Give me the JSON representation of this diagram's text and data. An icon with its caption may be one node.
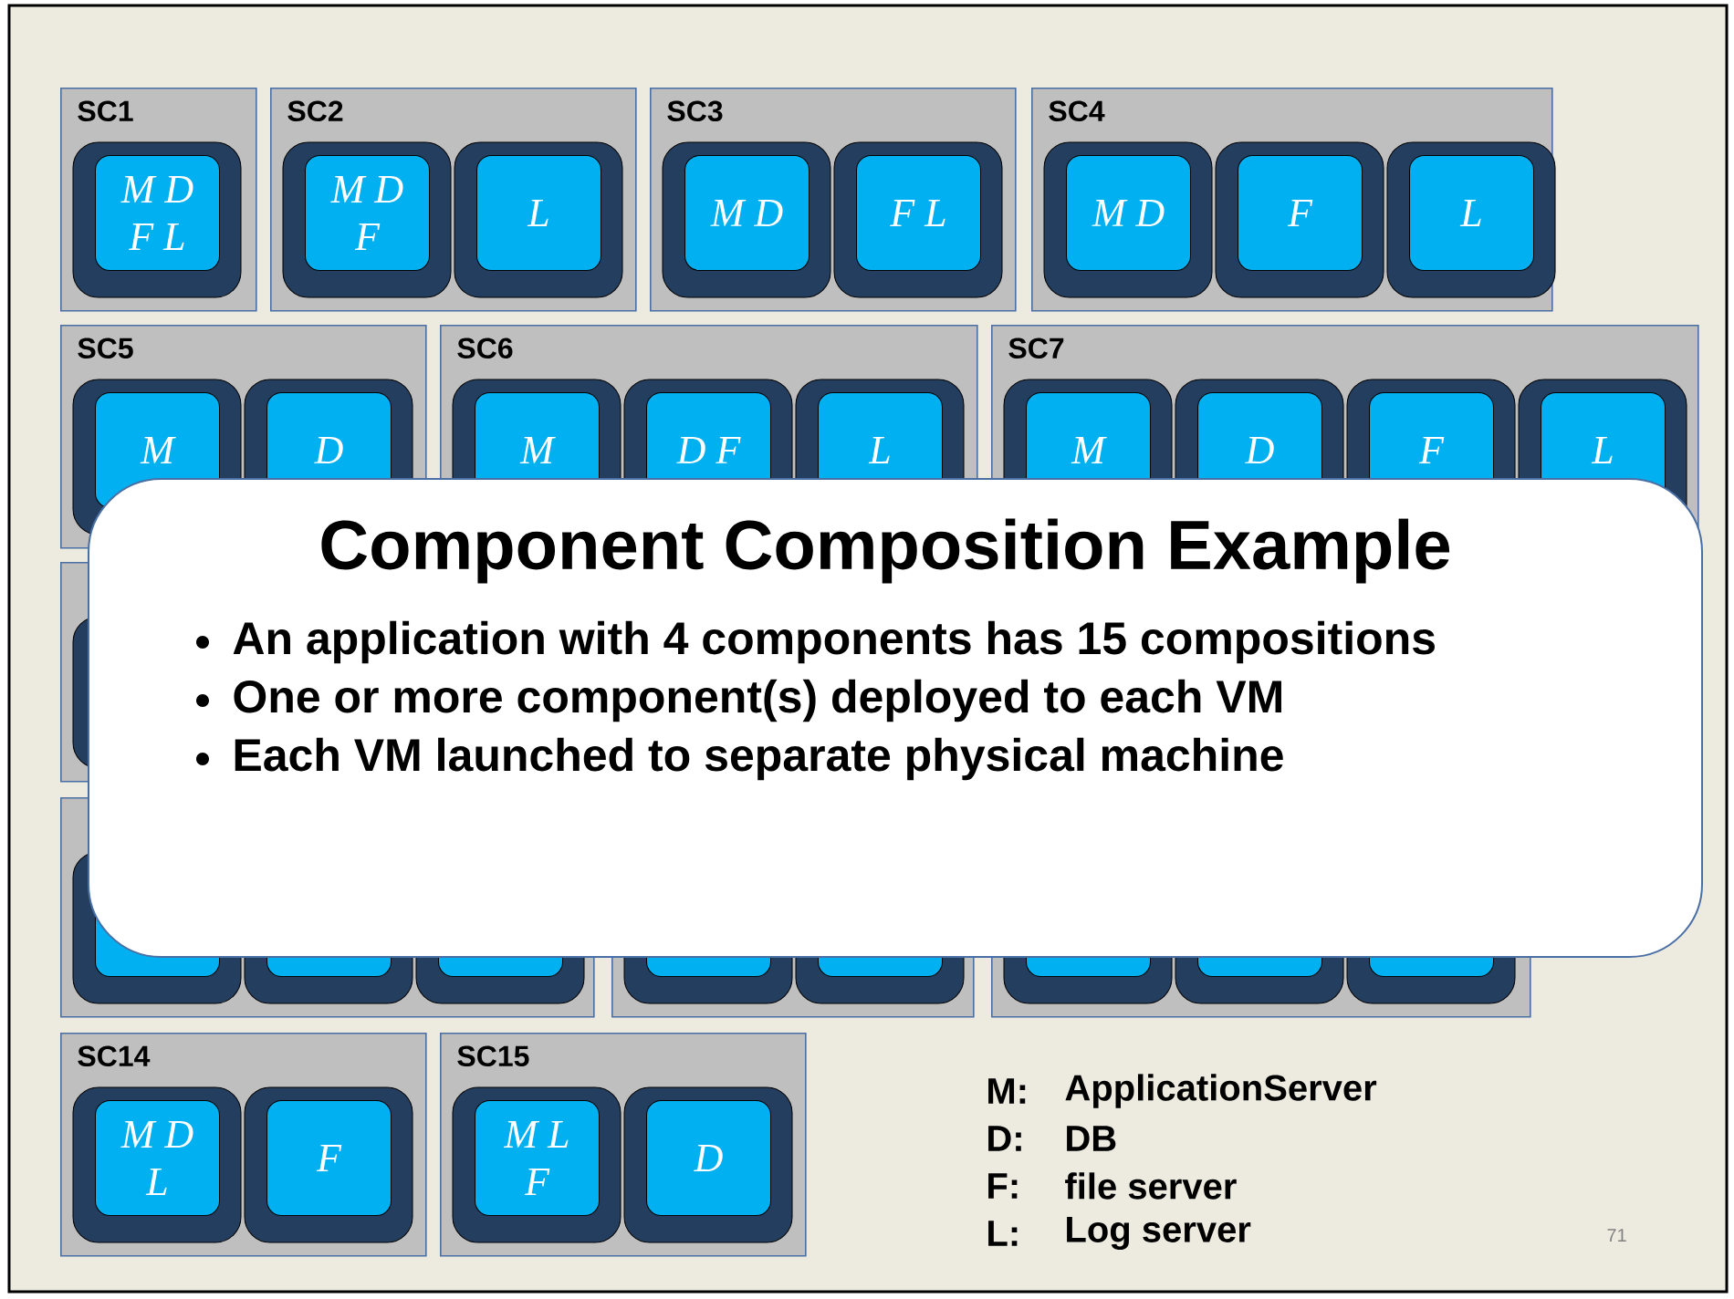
{
  "diagram": {
    "nodes": [
      {
        "text": [
          "SC1"
        ]
      },
      {
        "text": [
          "M D F L"
        ],
        "in": 0
      },
      {
        "text": [
          "SC2"
        ]
      },
      {
        "text": [
          "M D F"
        ],
        "in": 2
      },
      {
        "text": [
          "L"
        ],
        "in": 2
      },
      {
        "text": [
          "SC3"
        ]
      },
      {
        "text": [
          "M D"
        ],
        "in": 5
      },
      {
        "text": [
          "F L"
        ],
        "in": 5
      },
      {
        "text": [
          "SC4"
        ]
      },
      {
        "text": [
          "M D"
        ],
        "in": 8
      },
      {
        "text": [
          "F"
        ],
        "in": 8
      },
      {
        "text": [
          "L"
        ],
        "in": 8
      },
      {
        "text": [
          "SC5"
        ]
      },
      {
        "text": [
          "M"
        ],
        "in": 12
      },
      {
        "text": [
          "D"
        ],
        "in": 12
      },
      {
        "text": [
          "SC6"
        ]
      },
      {
        "text": [
          "M"
        ],
        "in": 15
      },
      {
        "text": [
          "D F"
        ],
        "in": 15
      },
      {
        "text": [
          "L"
        ],
        "in": 15
      },
      {
        "text": [
          "SC7"
        ]
      },
      {
        "text": [
          "M"
        ],
        "in": 19
      },
      {
        "text": [
          "D"
        ],
        "in": 19
      },
      {
        "text": [
          "F"
        ],
        "in": 19
      },
      {
        "text": [
          "L"
        ],
        "in": 19
      },
      {
        "text": [],
        "shape": "box"
      },
      {
        "text": [],
        "shape": "box",
        "in": 24
      },
      {
        "text": [],
        "shape": "box"
      },
      {
        "text": [],
        "shape": "box",
        "in": 26
      },
      {
        "text": [],
        "shape": "box",
        "in": 26
      },
      {
        "text": [],
        "shape": "box",
        "in": 26
      },
      {
        "text": [],
        "shape": "box"
      },
      {
        "text": [],
        "shape": "box",
        "in": 30
      },
      {
        "text": [],
        "shape": "box",
        "in": 30
      },
      {
        "text": [],
        "shape": "box"
      },
      {
        "text": [],
        "shape": "box",
        "in": 33
      },
      {
        "text": [],
        "shape": "box",
        "in": 33
      },
      {
        "text": [],
        "shape": "box",
        "in": 33
      },
      {
        "text": [
          "SC14"
        ]
      },
      {
        "text": [
          "M D L"
        ],
        "in": 37
      },
      {
        "text": [
          "F"
        ],
        "in": 37
      },
      {
        "text": [
          "SC15"
        ]
      },
      {
        "text": [
          "M L F"
        ],
        "in": 40
      },
      {
        "text": [
          "D"
        ],
        "in": 40
      },
      {
        "text": [
          "Component Composition Example",
          "An application with 4 components has 15 compositions",
          "One or more component(s) deployed to each VM",
          "Each VM launched to separate physical machine"
        ]
      }
    ],
    "labels": [
      "M:",
      "ApplicationServer",
      "D:",
      "DB",
      "F:",
      "file server",
      "L:",
      "Log server",
      "71"
    ]
  }
}
